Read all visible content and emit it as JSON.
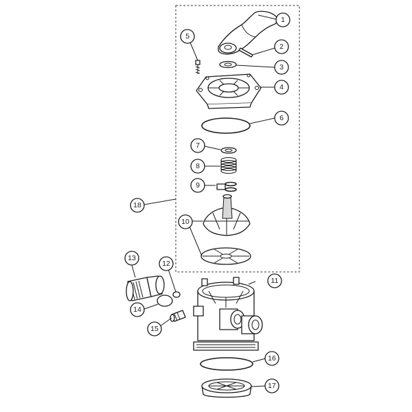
{
  "callouts": [
    {
      "id": "1",
      "label": "1"
    },
    {
      "id": "2",
      "label": "2"
    },
    {
      "id": "3",
      "label": "3"
    },
    {
      "id": "4",
      "label": "4"
    },
    {
      "id": "5",
      "label": "5"
    },
    {
      "id": "6",
      "label": "6"
    },
    {
      "id": "7",
      "label": "7"
    },
    {
      "id": "8",
      "label": "8"
    },
    {
      "id": "9",
      "label": "9"
    },
    {
      "id": "10",
      "label": "10"
    },
    {
      "id": "11",
      "label": "11"
    },
    {
      "id": "12",
      "label": "12"
    },
    {
      "id": "13",
      "label": "13"
    },
    {
      "id": "14",
      "label": "14"
    },
    {
      "id": "15",
      "label": "15"
    },
    {
      "id": "16",
      "label": "16"
    },
    {
      "id": "17",
      "label": "17"
    },
    {
      "id": "18",
      "label": "18"
    }
  ],
  "colors": {
    "line": "#1a1a1a",
    "background": "#ffffff"
  }
}
